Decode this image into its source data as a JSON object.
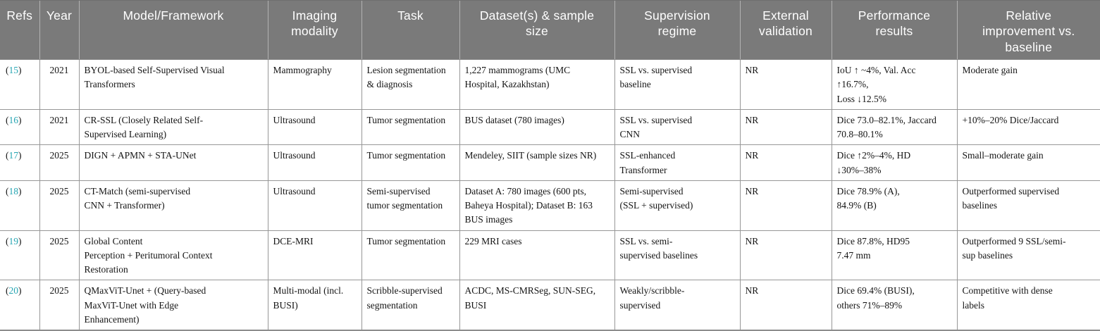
{
  "colors": {
    "header_bg": "#7a7a7a",
    "header_text": "#ffffff",
    "body_text": "#141414",
    "grid_line": "#979797",
    "ref_link": "#25a5b2"
  },
  "table": {
    "ref_open": "(",
    "ref_close": ")",
    "columns": [
      "Refs",
      "Year",
      "Model/Framework",
      "Imaging\nmodality",
      "Task",
      "Dataset(s) & sample\nsize",
      "Supervision\nregime",
      "External\nvalidation",
      "Performance\nresults",
      "Relative\nimprovement vs.\nbaseline"
    ],
    "rows": [
      {
        "ref": "15",
        "year": "2021",
        "model": "BYOL-based Self-Supervised Visual\nTransformers",
        "modality": "Mammography",
        "task": "Lesion segmentation\n& diagnosis",
        "dataset": "1,227 mammograms (UMC\nHospital, Kazakhstan)",
        "supervision": "SSL vs. supervised\nbaseline",
        "external": "NR",
        "performance": "IoU ↑ ~4%, Val. Acc\n↑16.7%,\nLoss ↓12.5%",
        "improvement": "Moderate gain"
      },
      {
        "ref": "16",
        "year": "2021",
        "model": "CR-SSL (Closely Related Self-\nSupervised Learning)",
        "modality": "Ultrasound",
        "task": "Tumor segmentation",
        "dataset": "BUS dataset (780 images)",
        "supervision": "SSL vs. supervised\nCNN",
        "external": "NR",
        "performance": "Dice 73.0–82.1%, Jaccard\n70.8–80.1%",
        "improvement": "+10%–20% Dice/Jaccard"
      },
      {
        "ref": "17",
        "year": "2025",
        "model": "DIGN + APMN + STA-UNet",
        "modality": "Ultrasound",
        "task": "Tumor segmentation",
        "dataset": "Mendeley, SIIT (sample sizes NR)",
        "supervision": "SSL-enhanced\nTransformer",
        "external": "NR",
        "performance": "Dice ↑2%–4%, HD\n↓30%–38%",
        "improvement": "Small–moderate gain"
      },
      {
        "ref": "18",
        "year": "2025",
        "model": "CT-Match (semi-supervised\nCNN + Transformer)",
        "modality": "Ultrasound",
        "task": "Semi-supervised\ntumor segmentation",
        "dataset": "Dataset A: 780 images (600 pts,\nBaheya Hospital); Dataset B: 163\nBUS images",
        "supervision": "Semi-supervised\n(SSL + supervised)",
        "external": "NR",
        "performance": "Dice 78.9% (A),\n84.9% (B)",
        "improvement": "Outperformed supervised\nbaselines"
      },
      {
        "ref": "19",
        "year": "2025",
        "model": "Global Content\nPerception + Peritumoral Context\nRestoration",
        "modality": "DCE-MRI",
        "task": "Tumor segmentation",
        "dataset": "229 MRI cases",
        "supervision": "SSL vs. semi-\nsupervised baselines",
        "external": "NR",
        "performance": "Dice 87.8%, HD95\n7.47 mm",
        "improvement": "Outperformed 9 SSL/semi-\nsup baselines"
      },
      {
        "ref": "20",
        "year": "2025",
        "model": "QMaxViT-Unet + (Query-based\nMaxViT-Unet with Edge\nEnhancement)",
        "modality": "Multi-modal (incl.\nBUSI)",
        "task": "Scribble-supervised\nsegmentation",
        "dataset": "ACDC, MS-CMRSeg, SUN-SEG,\nBUSI",
        "supervision": "Weakly/scribble-\nsupervised",
        "external": "NR",
        "performance": "Dice 69.4% (BUSI),\nothers 71%–89%",
        "improvement": "Competitive with dense\nlabels"
      }
    ]
  }
}
